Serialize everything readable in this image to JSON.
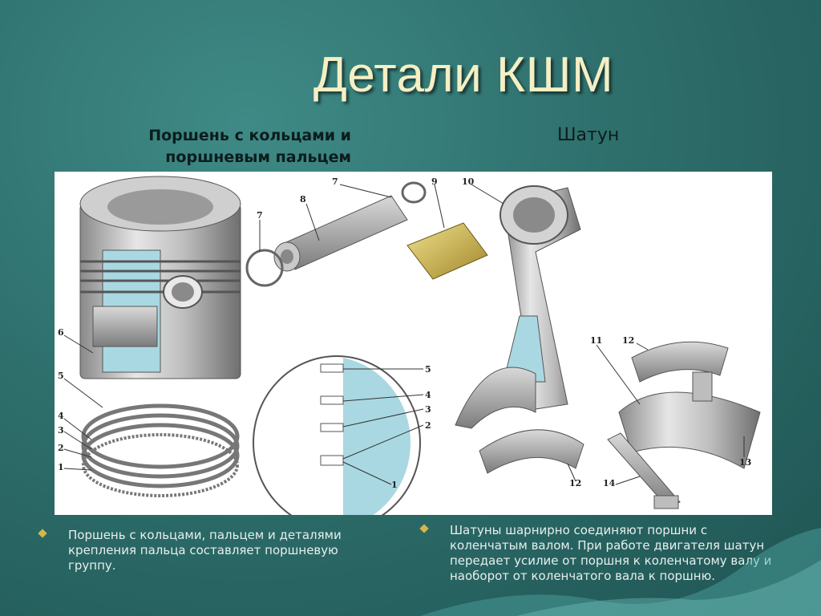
{
  "slide": {
    "title": "Детали КШМ",
    "left_caption": "Поршень с кольцами и поршневым пальцем",
    "right_caption": "Шатун"
  },
  "figure": {
    "callouts": [
      "7",
      "8",
      "9",
      "10",
      "7",
      "6",
      "5",
      "4",
      "3",
      "2",
      "1",
      "5",
      "4",
      "3",
      "2",
      "1",
      "11",
      "12",
      "12",
      "13",
      "14"
    ]
  },
  "bullets": [
    {
      "text": "Поршень с кольцами, пальцем и деталями крепления пальца составляет поршневую группу."
    },
    {
      "text": "Шатуны шарнирно соединяют поршни с коленчатым валом. При работе двигателя шатун передает усилие от поршня к коленчатому валу и наоборот от коленчатого вала к поршню."
    }
  ],
  "colors": {
    "background": "#2e6f6c",
    "title": "#f4efc4",
    "bullet_mark": "#d9b44a"
  }
}
